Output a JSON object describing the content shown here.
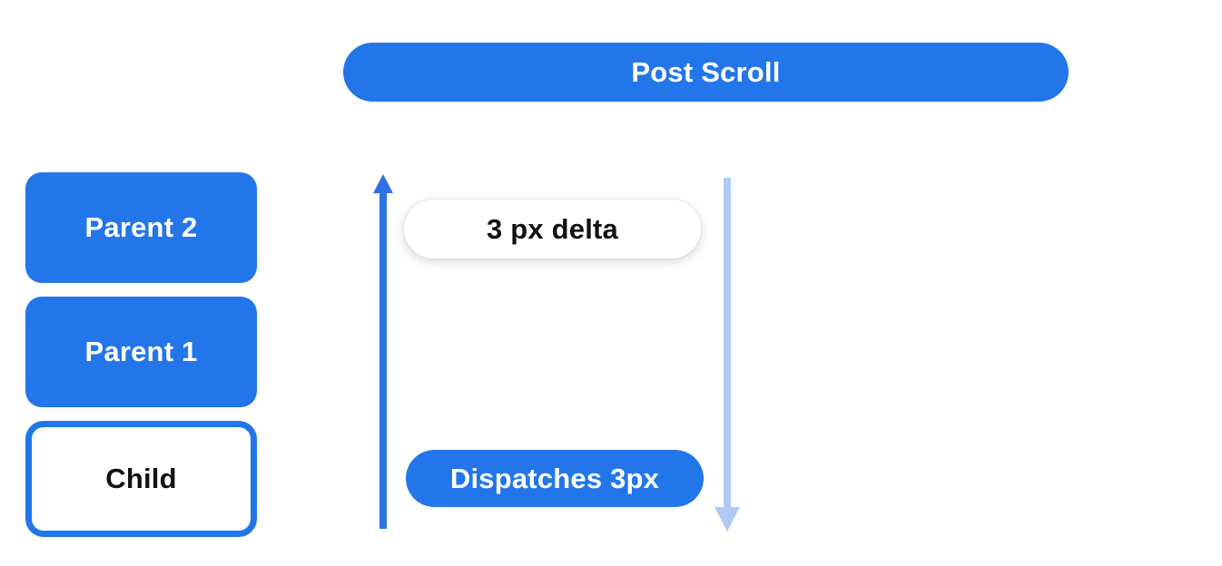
{
  "diagram": {
    "header": {
      "label": "Post Scroll"
    },
    "widget_stack": [
      {
        "label": "Parent 2",
        "variant": "filled"
      },
      {
        "label": "Parent 1",
        "variant": "filled"
      },
      {
        "label": "Child",
        "variant": "outlined"
      }
    ],
    "annotations": {
      "delta_label": "3 px delta",
      "dispatch_label": "Dispatches 3px"
    },
    "icons": {
      "up_arrow": "arrow-up-icon",
      "down_arrow": "arrow-down-icon"
    },
    "colors": {
      "primary_blue": "#2276E9",
      "arrow_blue": "#2E72E2",
      "light_arrow_blue": "#AFCBF5",
      "pill_text_light": "#FFFFFF",
      "pill_text_dark": "#121212",
      "background": "#FFFFFF"
    }
  }
}
